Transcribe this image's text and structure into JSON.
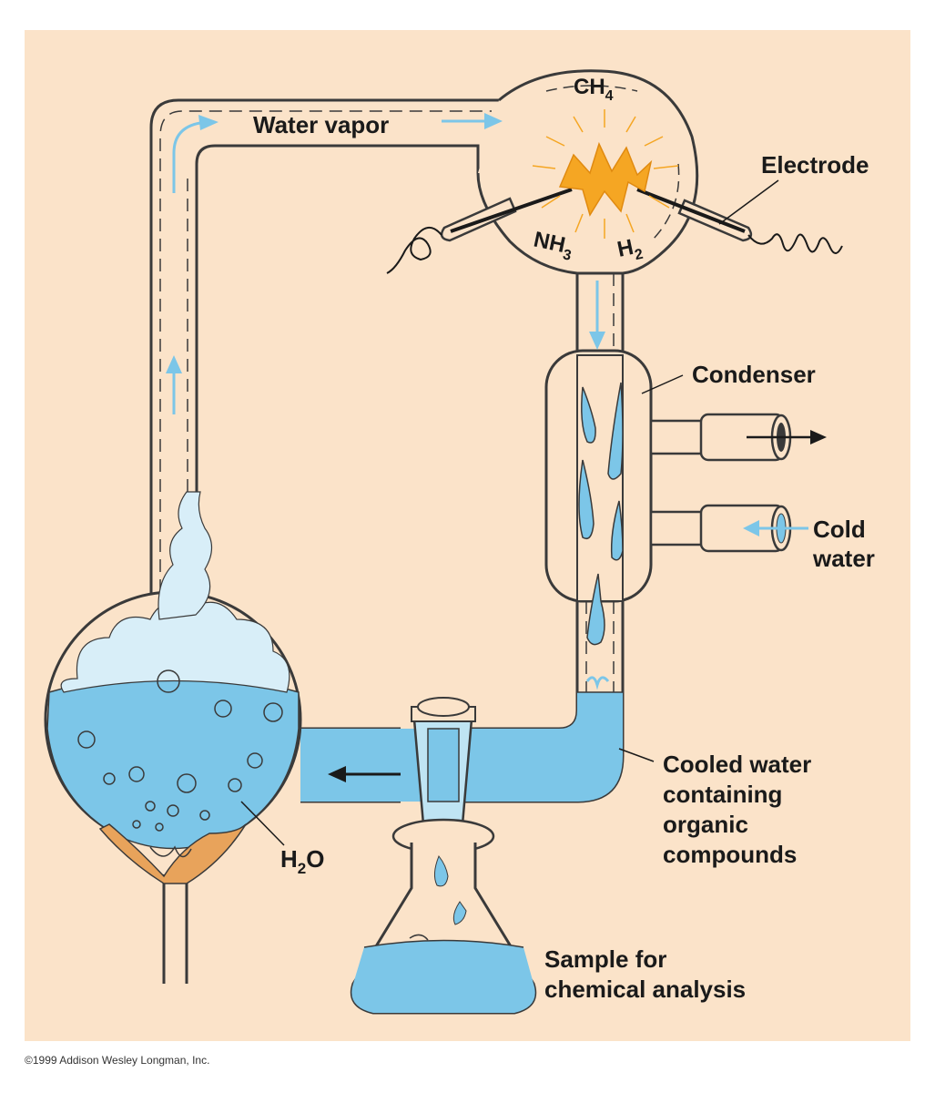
{
  "labels": {
    "water_vapor": "Water vapor",
    "ch4_main": "CH",
    "ch4_sub": "4",
    "electrode": "Electrode",
    "nh3_main": "NH",
    "nh3_sub": "3",
    "h2_main": "H",
    "h2_sub": "2",
    "condenser": "Condenser",
    "cold_water_line1": "Cold",
    "cold_water_line2": "water",
    "cooled_line1": "Cooled water",
    "cooled_line2": "containing",
    "cooled_line3": "organic",
    "cooled_line4": "compounds",
    "h2o_main": "H",
    "h2o_sub": "2",
    "h2o_tail": "O",
    "sample_line1": "Sample for",
    "sample_line2": "chemical analysis"
  },
  "credit": "©1999 Addison Wesley Longman, Inc.",
  "colors": {
    "background": "#fbe3c9",
    "glass_outline": "#3a3a3a",
    "water": "#7cc6e8",
    "water_light": "#bfe4f3",
    "vapor": "#d8eef8",
    "arrow_blue": "#7cc6e8",
    "spark": "#f5a623",
    "flame": "#e8a35b"
  }
}
